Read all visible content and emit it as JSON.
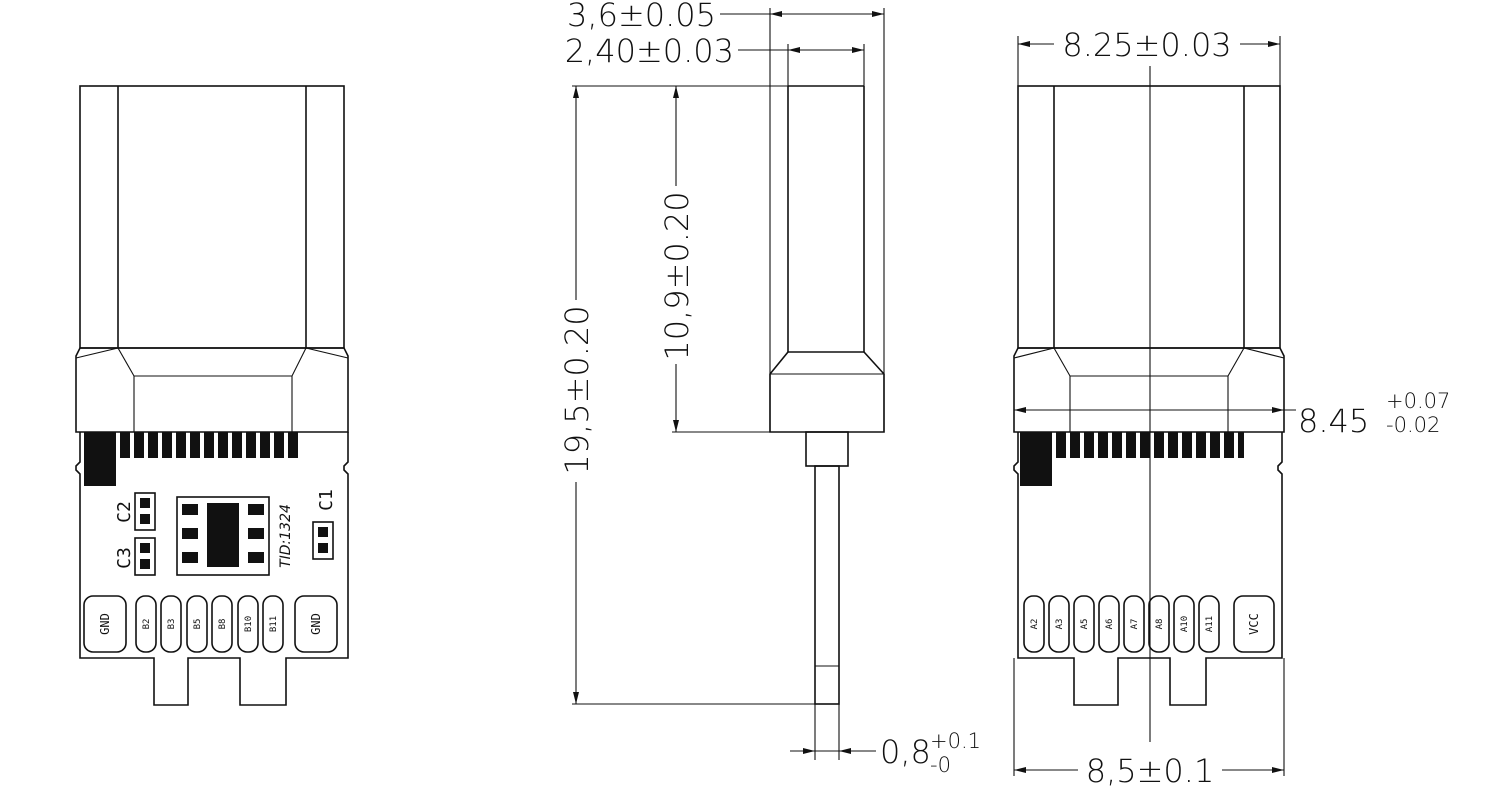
{
  "left_view": {
    "components": {
      "c1": "C1",
      "c2": "C2",
      "c3": "C3"
    },
    "tid": "TID:1324",
    "pads": [
      "GND",
      "B2",
      "B3",
      "B5",
      "B8",
      "B10",
      "B11",
      "GND"
    ]
  },
  "side_view": {
    "dim_thickness": "3,6±0.05",
    "dim_shell": "2,40±0.03",
    "dim_total_length": "19,5±0.20",
    "dim_shell_length": "10,9±0.20",
    "dim_board": "0,8",
    "dim_board_tol_upper": "+0.1",
    "dim_board_tol_lower": "-0"
  },
  "right_view": {
    "dim_width_top": "8.25±0.03",
    "dim_width_mid": "8.45",
    "dim_width_mid_tol_upper": "+0.07",
    "dim_width_mid_tol_lower": "-0.02",
    "dim_width_bottom": "8,5±0.1",
    "pads": [
      "A2",
      "A3",
      "A5",
      "A6",
      "A7",
      "A8",
      "A10",
      "A11",
      "VCC"
    ]
  }
}
